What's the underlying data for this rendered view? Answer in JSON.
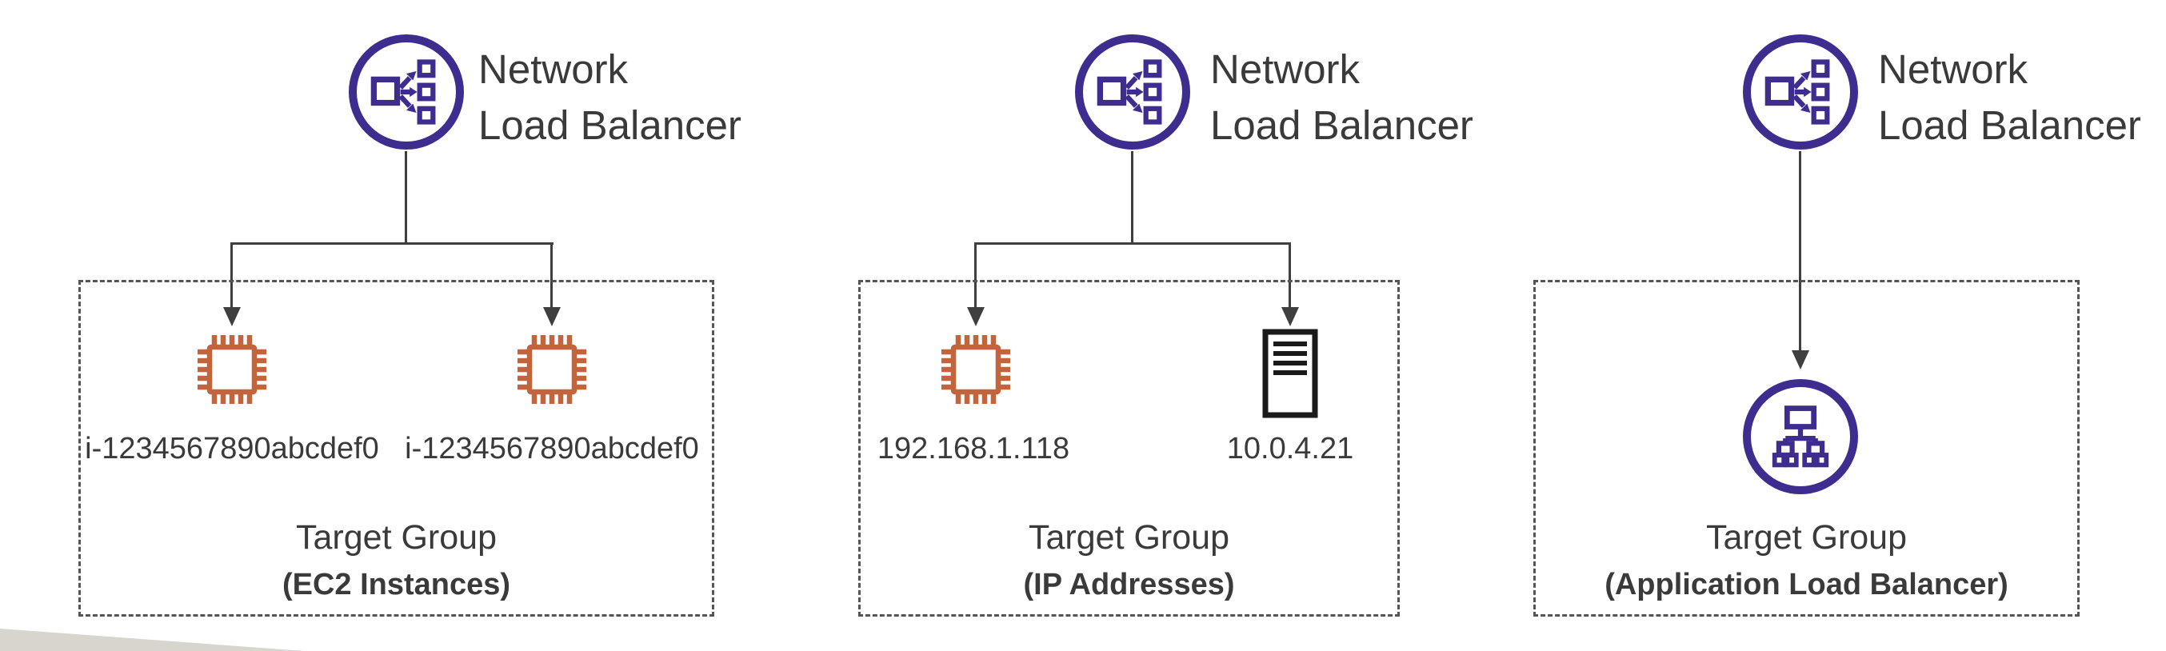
{
  "colors": {
    "nlb_purple": "#3E2D8F",
    "ec2_orange": "#C2643C",
    "server_black": "#1A1A1A",
    "line_gray": "#3F3F3F",
    "text_gray": "#3A3A3A",
    "dash_gray": "#555555",
    "wedge_beige": "#D8D4CE"
  },
  "panels": [
    {
      "load_balancer": {
        "line1": "Network",
        "line2": "Load Balancer"
      },
      "group": {
        "title": "Target Group",
        "subtitle": "(EC2 Instances)"
      },
      "targets": [
        {
          "kind": "ec2-instance",
          "label": "i-1234567890abcdef0"
        },
        {
          "kind": "ec2-instance",
          "label": "i-1234567890abcdef0"
        }
      ]
    },
    {
      "load_balancer": {
        "line1": "Network",
        "line2": "Load Balancer"
      },
      "group": {
        "title": "Target Group",
        "subtitle": "(IP Addresses)"
      },
      "targets": [
        {
          "kind": "ec2-instance",
          "label": "192.168.1.118"
        },
        {
          "kind": "server",
          "label": "10.0.4.21"
        }
      ]
    },
    {
      "load_balancer": {
        "line1": "Network",
        "line2": "Load Balancer"
      },
      "group": {
        "title": "Target Group",
        "subtitle": "(Application Load Balancer)"
      },
      "targets": [
        {
          "kind": "application-load-balancer",
          "label": ""
        }
      ]
    }
  ]
}
